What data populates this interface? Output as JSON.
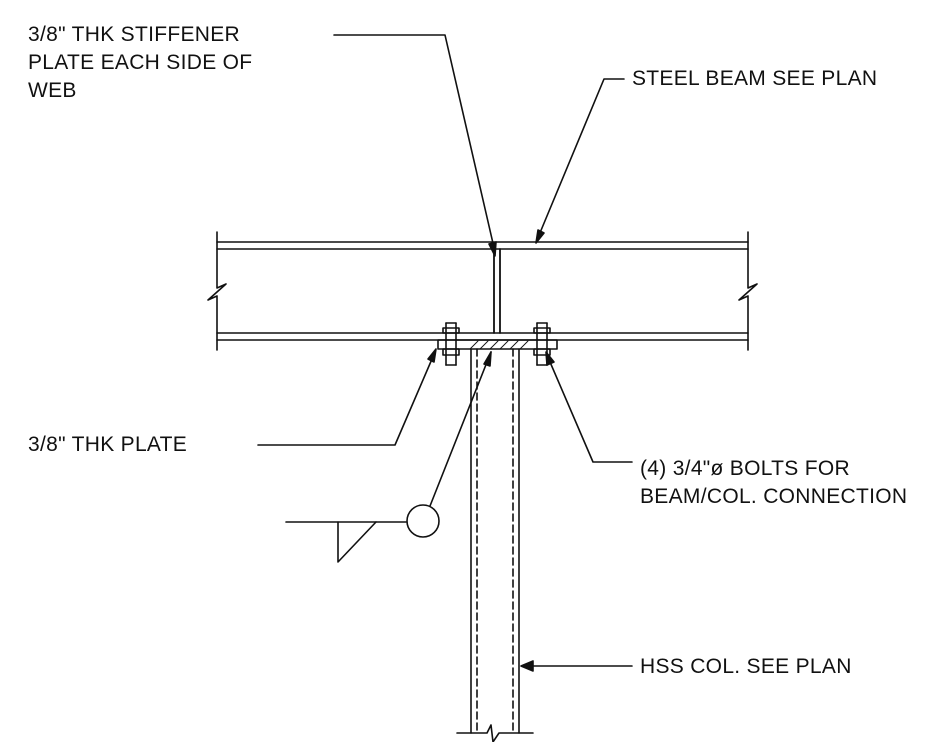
{
  "labels": {
    "stiffener_line1": "3/8\" THK STIFFENER",
    "stiffener_line2": "PLATE EACH SIDE OF",
    "stiffener_line3": "WEB",
    "steel_beam": "STEEL BEAM SEE PLAN",
    "plate": "3/8\" THK PLATE",
    "bolts_line1": "(4) 3/4\"ø BOLTS FOR",
    "bolts_line2": "BEAM/COL. CONNECTION",
    "hss_col": "HSS COL. SEE PLAN"
  },
  "colors": {
    "ink": "#111111",
    "background": "#ffffff"
  }
}
